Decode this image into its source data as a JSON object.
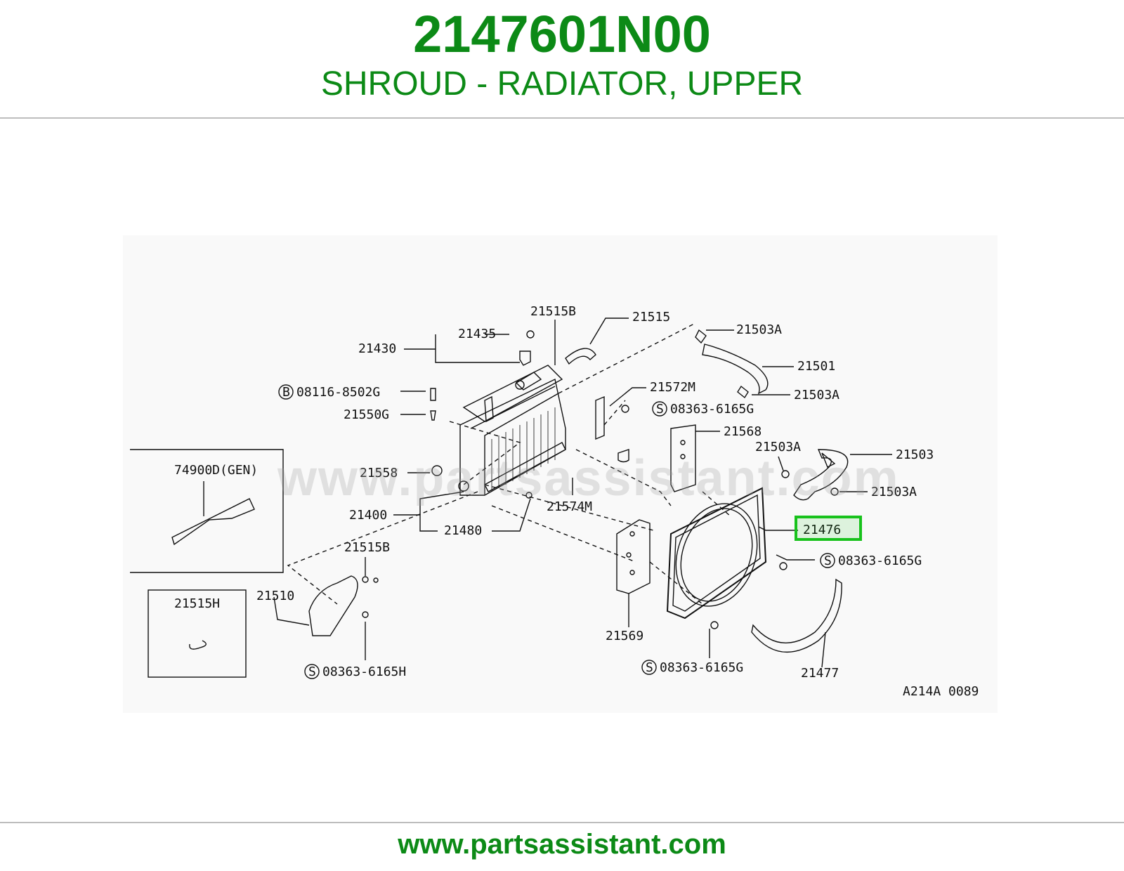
{
  "header": {
    "part_number": "2147601N00",
    "part_description": "SHROUD - RADIATOR, UPPER"
  },
  "diagram": {
    "watermark": "www.partsassistant.com",
    "figure_code": "A214A 0089",
    "highlighted_part": "21476",
    "callouts": {
      "c21515B_top": "21515B",
      "c21515": "21515",
      "c21503A_1": "21503A",
      "c21435": "21435",
      "c21430": "21430",
      "c21501": "21501",
      "c08116": "08116-8502G",
      "c21503A_2": "21503A",
      "c21572M": "21572M",
      "c08363_1": "08363-6165G",
      "c21550G": "21550G",
      "c21568": "21568",
      "c21503A_3": "21503A",
      "c21503": "21503",
      "c74900D": "74900D(GEN)",
      "c21558": "21558",
      "c21503A_4": "21503A",
      "c21574M": "21574M",
      "c21400": "21400",
      "c21476": "21476",
      "c21480": "21480",
      "c21515B_bot": "21515B",
      "c08363_2": "08363-6165G",
      "c21510": "21510",
      "c21515H": "21515H",
      "c21569": "21569",
      "c08363_3": "08363-6165G",
      "c08363H": "08363-6165H",
      "c21477": "21477"
    },
    "prefix_b": "B",
    "prefix_s": "S"
  },
  "footer": {
    "url": "www.partsassistant.com"
  },
  "colors": {
    "brand_green": "#0c8a16",
    "highlight_green": "#18c21c"
  }
}
